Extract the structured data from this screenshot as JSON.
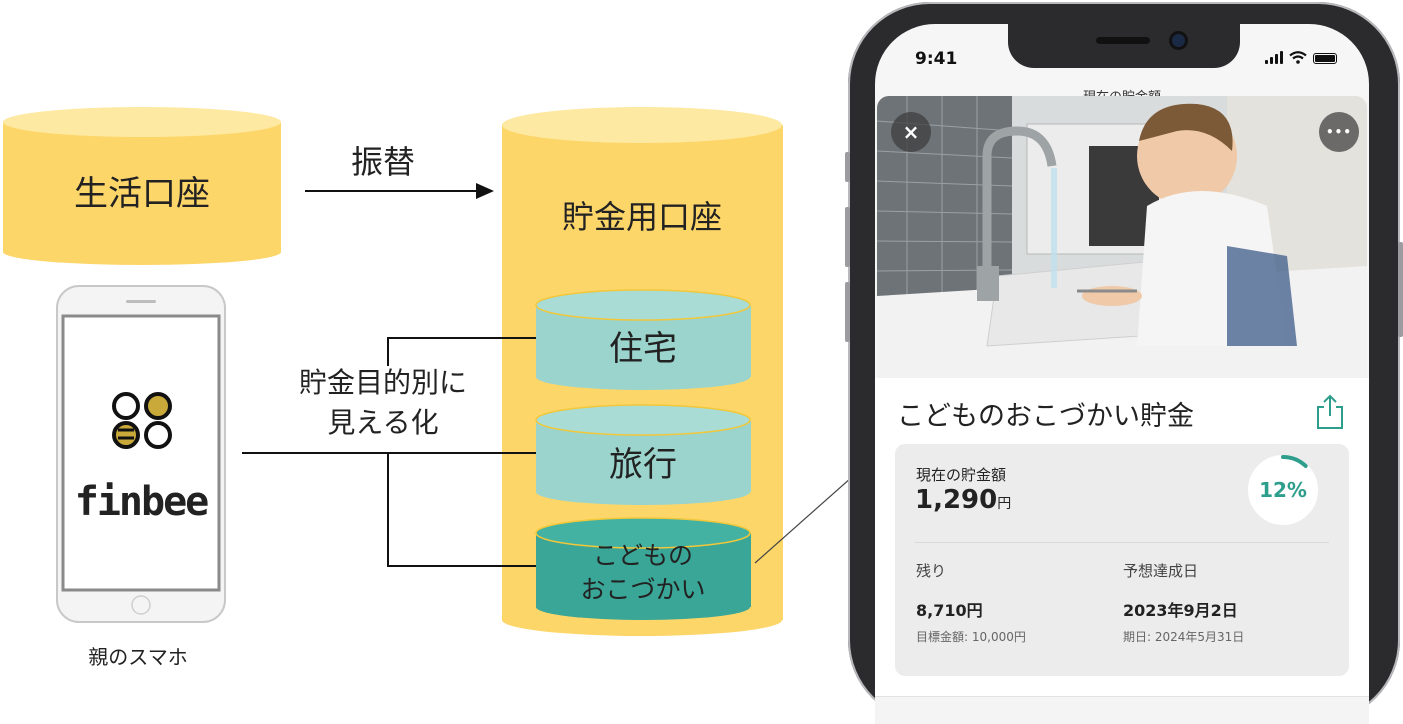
{
  "diagram": {
    "living_account": "生活口座",
    "transfer_label": "振替",
    "savings_account": "貯金用口座",
    "pots": [
      "住宅",
      "旅行",
      "こどもの",
      "おこづかい"
    ],
    "visualize_line1": "貯金目的別に",
    "visualize_line2": "見える化",
    "parent_phone_caption": "親のスマホ",
    "app_logo_text": "finbee"
  },
  "phone": {
    "status_time": "9:41",
    "header_peek": "現在の貯金額",
    "close_icon": "×",
    "more_icon": "•••",
    "goal_title": "こどものおこづかい貯金",
    "current_label": "現在の貯金額",
    "current_amount": "1,290",
    "currency_unit": "円",
    "progress_text": "12%",
    "progress_value": 12,
    "remaining_label": "残り",
    "remaining_amount": "8,710円",
    "target_label": "目標金額: 10,000円",
    "forecast_label": "予想達成日",
    "forecast_date": "2023年9月2日",
    "deadline_label": "期日: 2024年5月31日"
  },
  "colors": {
    "account_yellow": "#fdd66a",
    "pot_teal": "#9ad4cc",
    "pot_dark_teal": "#3aa697",
    "progress_accent": "#2e9e8c"
  }
}
